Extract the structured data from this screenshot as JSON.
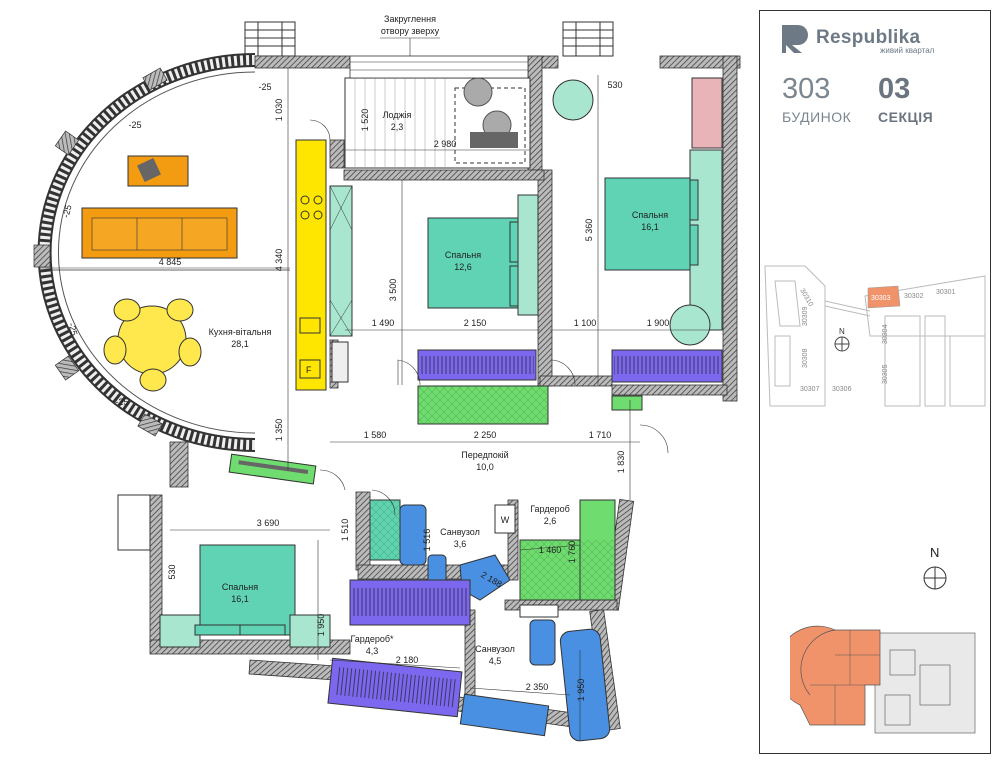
{
  "plan": {
    "rooms": [
      {
        "id": "loggia",
        "name": "Лоджія",
        "area": "2,3"
      },
      {
        "id": "kitchen",
        "name": "Кухня-вітальня",
        "area": "28,1"
      },
      {
        "id": "bed1",
        "name": "Спальня",
        "area": "12,6"
      },
      {
        "id": "bed2",
        "name": "Спальня",
        "area": "16,1"
      },
      {
        "id": "hall",
        "name": "Передпокій",
        "area": "10,0"
      },
      {
        "id": "bath1",
        "name": "Санвузол",
        "area": "3,6"
      },
      {
        "id": "ward1",
        "name": "Гардероб",
        "area": "2,6"
      },
      {
        "id": "bed3",
        "name": "Спальня",
        "area": "16,1"
      },
      {
        "id": "ward2",
        "name": "Гардероб*",
        "area": "4,3"
      },
      {
        "id": "bath2",
        "name": "Санвузол",
        "area": "4,5"
      }
    ],
    "note_line1": "Закруглення",
    "note_line2": "отвору зверху",
    "wm_label": "W",
    "fridge_label": "F",
    "dims": {
      "d1030": "1 030",
      "d1520": "1 520",
      "d2980": "2 980",
      "d530a": "530",
      "d4845": "4 845",
      "d4340": "4 340",
      "d3500": "3 500",
      "d5360": "5 360",
      "d1490": "1 490",
      "d2150": "2 150",
      "d1100": "1 100",
      "d1900": "1 900",
      "d1350": "1 350",
      "d1580": "1 580",
      "d2250": "2 250",
      "d1710": "1 710",
      "d1830": "1 830",
      "d3690": "3 690",
      "d1510": "1 510",
      "d1516": "1 516",
      "d1760": "1 760",
      "d1460": "1 460",
      "d2188": "2 188",
      "d530b": "530",
      "d1950a": "1 950",
      "d2180": "2 180",
      "d2350": "2 350",
      "d1950b": "1 950",
      "w25a": "-25",
      "w25b": "-25",
      "w25c": "-25",
      "w25d": "-25",
      "w25e": "-25"
    }
  },
  "panel": {
    "brand": "Respublika",
    "tagline": "живий квартал",
    "building_number": "303",
    "building_label": "БУДИНОК",
    "section_number": "03",
    "section_label": "СЕКЦІЯ",
    "north": "N",
    "north_small": "N",
    "keyplan_labels": [
      "30310",
      "30309",
      "30308",
      "30307",
      "30306",
      "30305",
      "30304",
      "30303",
      "30302",
      "30301"
    ],
    "colors": {
      "highlight": "#f0936b",
      "brand": "#6d7a85"
    }
  }
}
